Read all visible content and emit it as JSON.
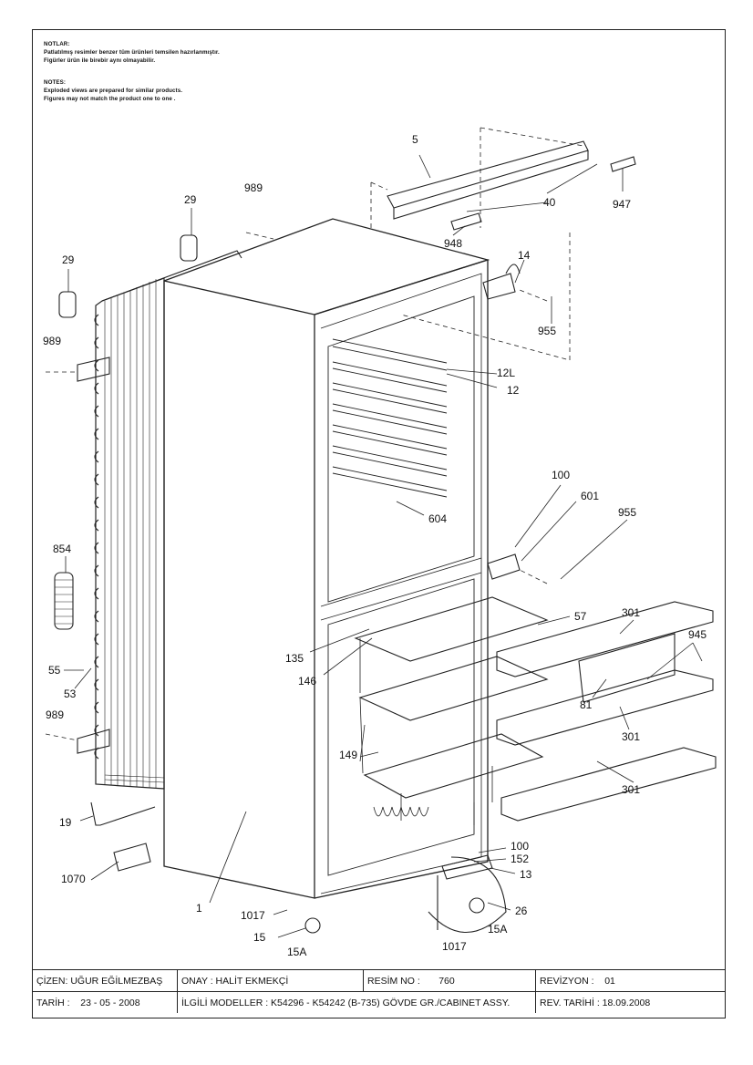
{
  "notes": {
    "tr_title": "NOTLAR:",
    "tr_line1": "Patlatılmış resimler benzer tüm ürünleri temsilen hazırlanmıştır.",
    "tr_line2": "Figürler ürün ile birebir aynı olmayabilir.",
    "en_title": "NOTES:",
    "en_line1": "Exploded views are prepared for similar products.",
    "en_line2": "Figures may not match the product one to one ."
  },
  "callouts": [
    "5",
    "40",
    "947",
    "948",
    "14",
    "955",
    "989",
    "29",
    "29",
    "989",
    "12L",
    "12",
    "100",
    "601",
    "955",
    "604",
    "854",
    "57",
    "301",
    "945",
    "135",
    "146",
    "55",
    "53",
    "81",
    "301",
    "989",
    "149",
    "301",
    "19",
    "1070",
    "100",
    "152",
    "13",
    "1",
    "26",
    "1017",
    "15",
    "15A",
    "15A",
    "1017"
  ],
  "title_block": {
    "drawn_by": "ÇİZEN: UĞUR EĞİLMEZBAŞ",
    "approved_by": "ONAY : HALİT EKMEKÇİ",
    "drawing_no_label": "RESİM NO :",
    "drawing_no": "760",
    "revision_label": "REVİZYON :",
    "revision": "01",
    "date_label": "TARİH :",
    "date": "23 - 05 - 2008",
    "models": "İLGİLİ MODELLER : K54296 - K54242 (B-735) GÖVDE GR./CABINET ASSY.",
    "rev_date": "REV. TARİHİ : 18.09.2008"
  }
}
